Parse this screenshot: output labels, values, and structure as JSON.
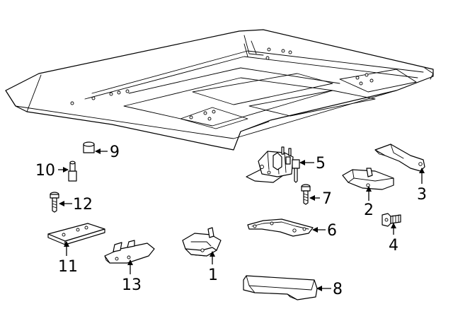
{
  "colors": {
    "line": "#000000",
    "background": "#ffffff",
    "shade": "#d9d9d9"
  },
  "callouts": [
    {
      "number": "1",
      "part": "bracket-1"
    },
    {
      "number": "2",
      "part": "bracket-2"
    },
    {
      "number": "3",
      "part": "bracket-3"
    },
    {
      "number": "4",
      "part": "bolt-4"
    },
    {
      "number": "5",
      "part": "latch-assembly-5"
    },
    {
      "number": "6",
      "part": "plate-6"
    },
    {
      "number": "7",
      "part": "bolt-7"
    },
    {
      "number": "8",
      "part": "cover-8"
    },
    {
      "number": "9",
      "part": "bumper-9"
    },
    {
      "number": "10",
      "part": "stud-10"
    },
    {
      "number": "11",
      "part": "plate-11"
    },
    {
      "number": "12",
      "part": "screw-12"
    },
    {
      "number": "13",
      "part": "bracket-13"
    }
  ]
}
